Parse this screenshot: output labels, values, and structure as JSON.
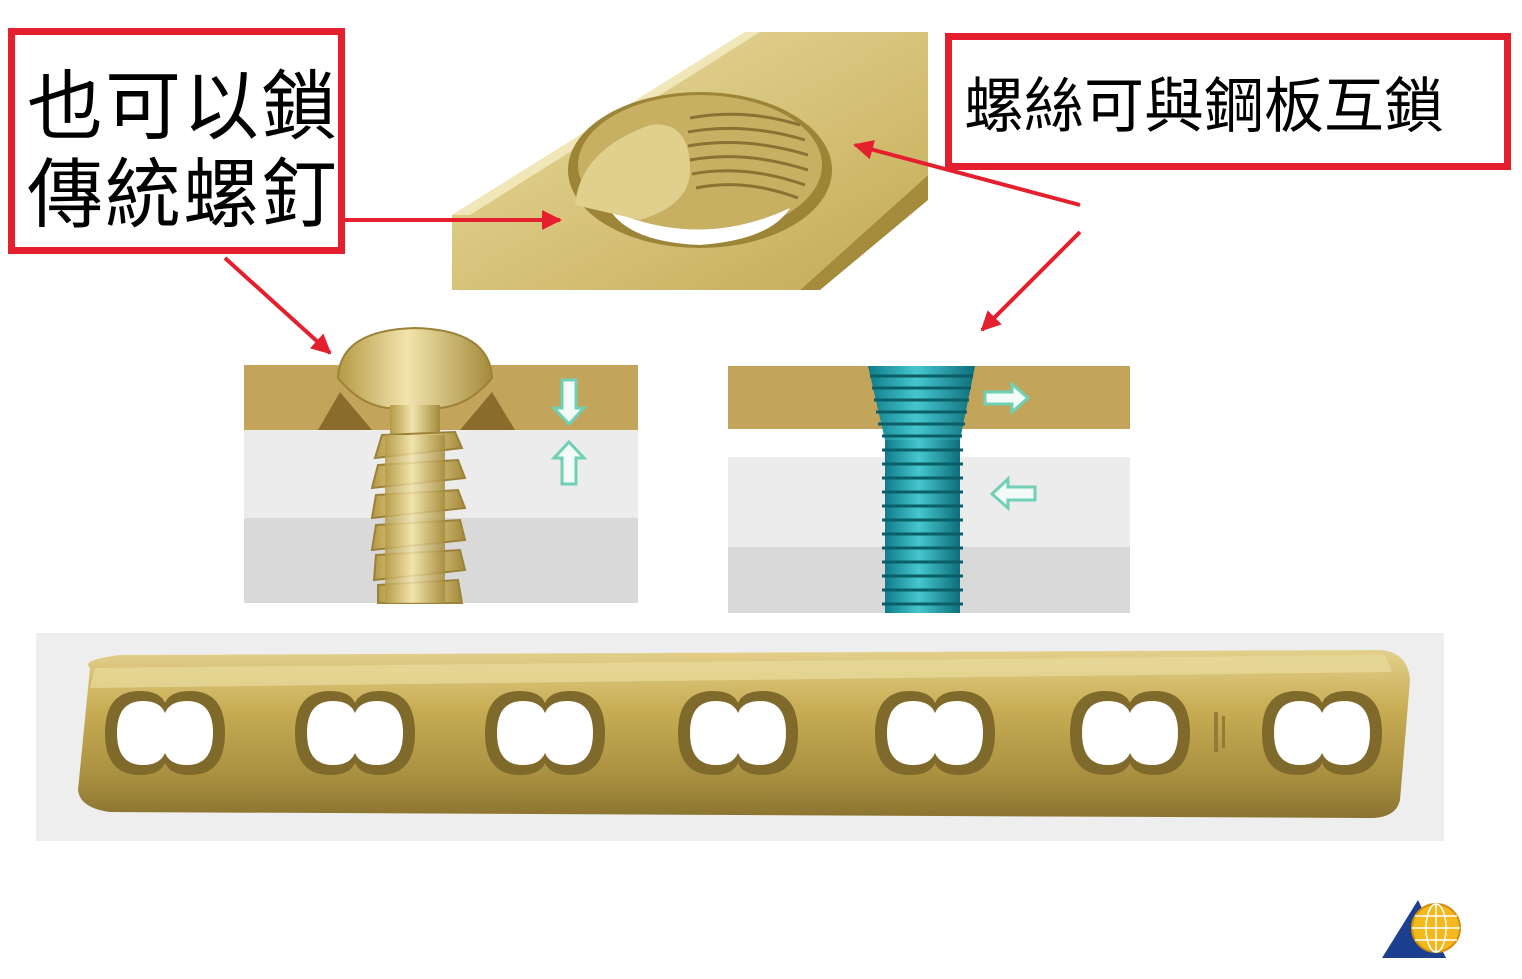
{
  "labels": {
    "left_line1": "也可以鎖",
    "left_line2": "傳統螺釘",
    "right": "螺絲可與鋼板互鎖"
  },
  "colors": {
    "annotation_red": "#e5202e",
    "plate_gold": "#c9b25e",
    "plate_gold_light": "#e8d9a0",
    "plate_gold_dark": "#8f7a34",
    "locking_screw_teal": "#1aa3b0",
    "arrow_outline": "#6fd0b5",
    "tissue_light": "#ececec",
    "tissue_dark": "#d9d9d9"
  },
  "icons": {
    "logo": "globe-triangle-logo",
    "compression_arrows": "outline-arrow-icon"
  }
}
